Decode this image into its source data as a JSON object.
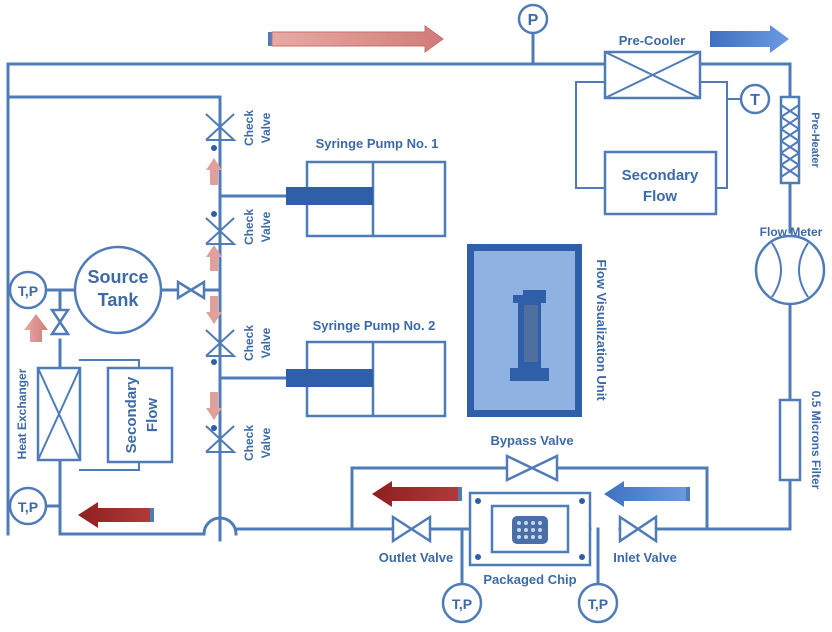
{
  "labels": {
    "pressure": "P",
    "pre_cooler": "Pre-Cooler",
    "temperature": "T",
    "pre_heater": "Pre-Heater",
    "secondary_flow_top": [
      "Secondary",
      "Flow"
    ],
    "flow_meter": "Flow Meter",
    "filter": "0.5 Microns Filter",
    "syringe_pump_1": "Syringe Pump No. 1",
    "syringe_pump_2": "Syringe Pump No. 2",
    "check_valve": [
      "Check",
      "Valve"
    ],
    "source_tank": [
      "Source",
      "Tank"
    ],
    "tp": "T,P",
    "heat_exchanger": "Heat Exchanger",
    "secondary_flow_left": [
      "Secondary",
      "Flow"
    ],
    "flow_visualization_unit": "Flow Visualization Unit",
    "bypass_valve": "Bypass Valve",
    "outlet_valve": "Outlet Valve",
    "inlet_valve": "Inlet Valve",
    "packaged_chip": "Packaged Chip"
  },
  "colors": {
    "pipe": "#4f7cb7",
    "label": "#3d6aa6",
    "hot_arrow": "#d98b89",
    "dark_red_arrow": "#9b2a2a",
    "blue_arrow": "#4f7fc9",
    "piston": "#2f5fa8",
    "visualization_fill": "#8fb2e3"
  }
}
